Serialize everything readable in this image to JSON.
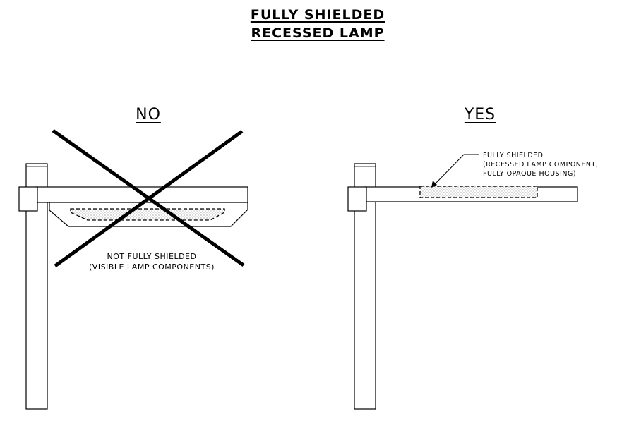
{
  "title": {
    "line1": "FULLY SHIELDED",
    "line2": "RECESSED LAMP"
  },
  "no_panel": {
    "heading": "NO",
    "note_line1": "NOT FULLY SHIELDED",
    "note_line2": "(VISIBLE LAMP COMPONENTS)"
  },
  "yes_panel": {
    "heading": "YES",
    "note_line1": "FULLY SHIELDED",
    "note_line2": "(RECESSED LAMP COMPONENT,",
    "note_line3": "FULLY OPAQUE HOUSING)"
  },
  "colors": {
    "line": "#000000",
    "lamp_fill": "#d9d9d9",
    "background": "#ffffff"
  }
}
